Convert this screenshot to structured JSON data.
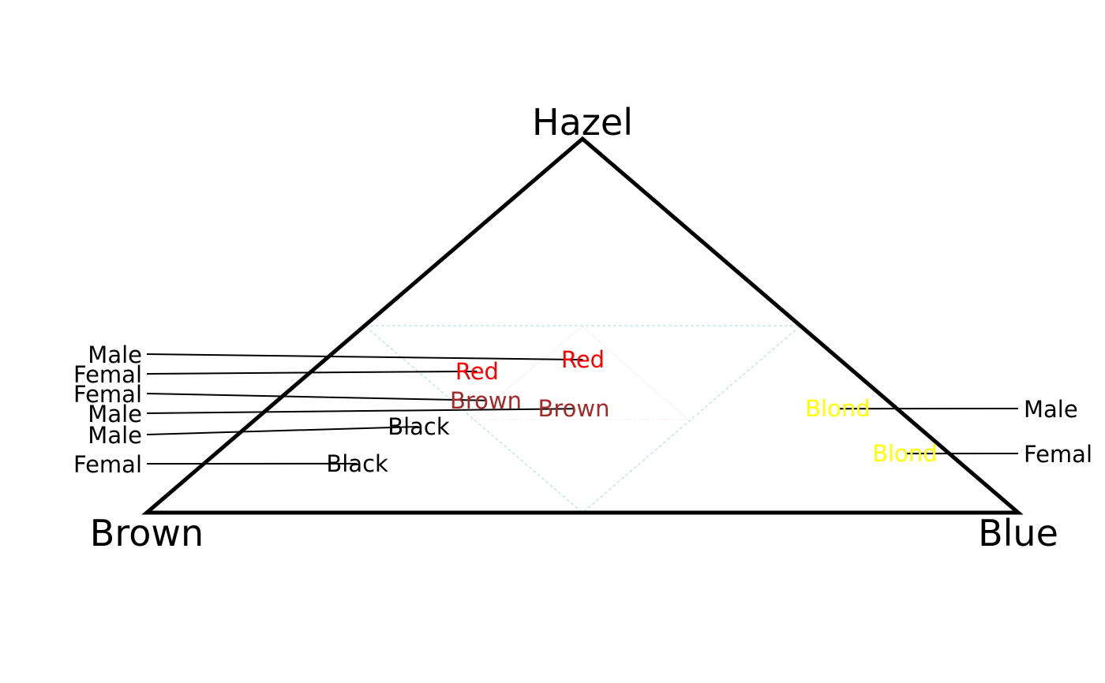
{
  "chart_data": {
    "type": "scatter",
    "subtype": "ternary",
    "axis_labels": {
      "bottom_left": "Brown",
      "bottom_right": "Blue",
      "top": "Hazel"
    },
    "components": [
      "Brown",
      "Blue",
      "Hazel"
    ],
    "grid": {
      "on": true,
      "color": "#add8e6",
      "inner_color": "#ffc0cb"
    },
    "points": [
      {
        "label": "Red",
        "group": "Male",
        "color": "#ff0000",
        "side": "left",
        "values": [
          0.295,
          0.296,
          0.409
        ]
      },
      {
        "label": "Red",
        "group": "Femal",
        "color": "#ff0000",
        "side": "left",
        "values": [
          0.432,
          0.19,
          0.378
        ]
      },
      {
        "label": "Brown",
        "group": "Femal",
        "color": "#a52a2a",
        "side": "left",
        "values": [
          0.461,
          0.239,
          0.3
        ]
      },
      {
        "label": "Brown",
        "group": "Male",
        "color": "#a52a2a",
        "side": "left",
        "values": [
          0.371,
          0.351,
          0.278
        ]
      },
      {
        "label": "Black",
        "group": "Male",
        "color": "#000000",
        "side": "left",
        "values": [
          0.573,
          0.197,
          0.23
        ]
      },
      {
        "label": "Black",
        "group": "Femal",
        "color": "#000000",
        "side": "left",
        "values": [
          0.693,
          0.176,
          0.131
        ]
      },
      {
        "label": "Blond",
        "group": "Male",
        "color": "#ffff00",
        "side": "right",
        "values": [
          0.068,
          0.654,
          0.278
        ]
      },
      {
        "label": "Blond",
        "group": "Femal",
        "color": "#ffff00",
        "side": "right",
        "values": [
          0.051,
          0.791,
          0.158
        ]
      }
    ]
  }
}
